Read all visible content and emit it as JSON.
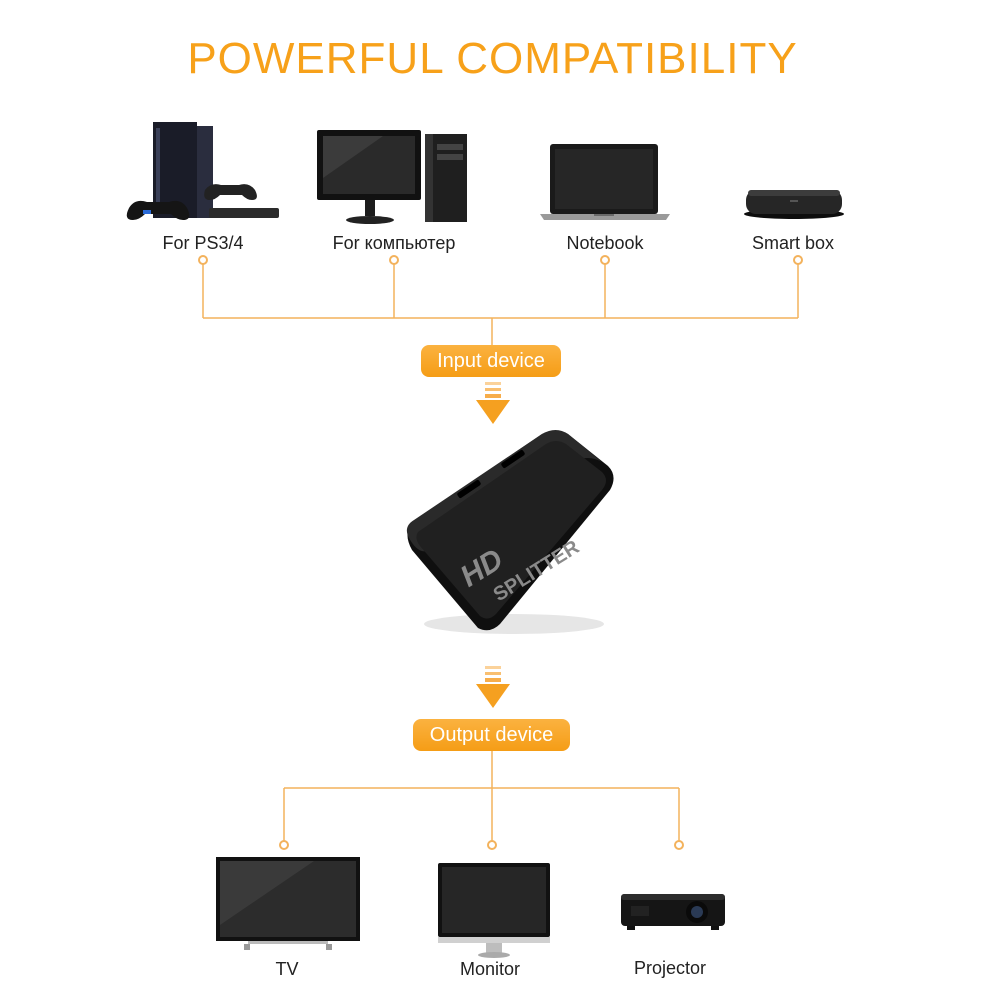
{
  "title": "POWERFUL COMPATIBILITY",
  "inputs": [
    {
      "label": "For PS3/4",
      "icon": "game-console-icon"
    },
    {
      "label": "For компьютер",
      "icon": "desktop-computer-icon"
    },
    {
      "label": "Notebook",
      "icon": "laptop-icon"
    },
    {
      "label": "Smart box",
      "icon": "set-top-box-icon"
    }
  ],
  "input_label": "Input device",
  "splitter": {
    "line1": "HD",
    "line2": "SPLITTER"
  },
  "output_label": "Output device",
  "outputs": [
    {
      "label": "TV",
      "icon": "tv-icon"
    },
    {
      "label": "Monitor",
      "icon": "monitor-icon"
    },
    {
      "label": "Projector",
      "icon": "projector-icon"
    }
  ],
  "colors": {
    "accent": "#f7a11a",
    "line": "#f3b25c",
    "device": "#1c1c1c"
  }
}
